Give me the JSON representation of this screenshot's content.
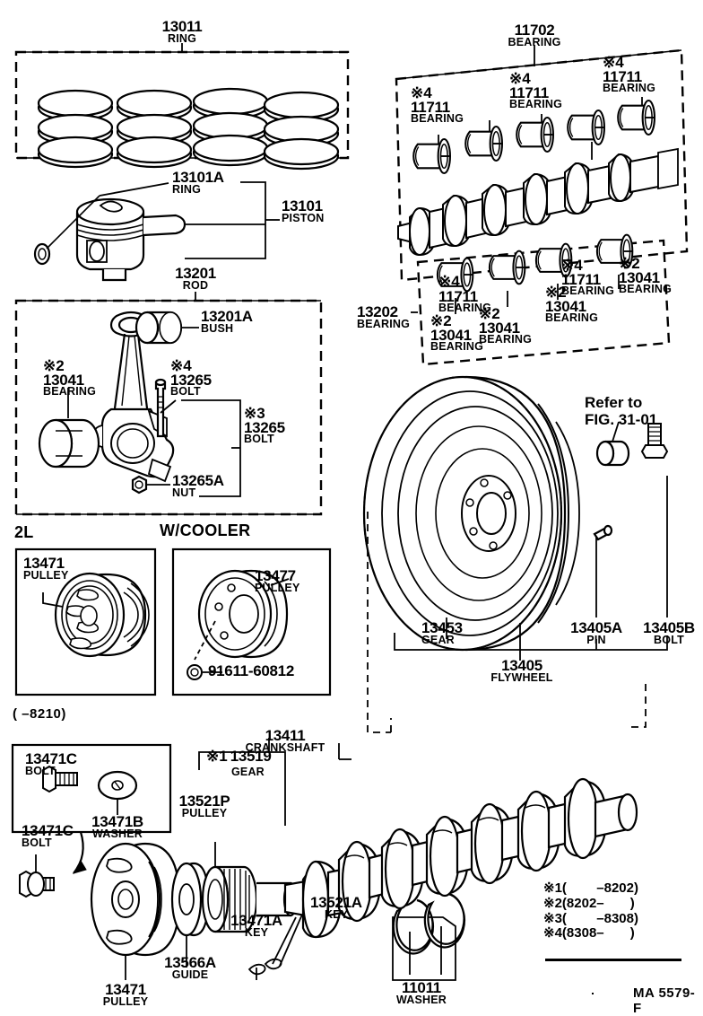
{
  "figure": {
    "code": "MA 5579-F",
    "refer_note_line1": "Refer to",
    "refer_note_line2": "FIG. 31-01"
  },
  "groups": {
    "ring_set": {
      "pn": "13011",
      "name": "RING"
    },
    "piston_ring": {
      "pn": "13101A",
      "name": "RING"
    },
    "piston": {
      "pn": "13101",
      "name": "PISTON"
    },
    "rod": {
      "pn": "13201",
      "name": "ROD"
    },
    "bush": {
      "pn": "13201A",
      "name": "BUSH"
    },
    "rod_bearing": {
      "pn": "13041",
      "name": "BEARING",
      "mark": "※2"
    },
    "rod_bolt_top": {
      "pn": "13265",
      "name": "BOLT",
      "mark": "※4"
    },
    "rod_bolt_group": {
      "pn": "13265",
      "name": "BOLT",
      "mark": "※3"
    },
    "rod_nut": {
      "pn": "13265A",
      "name": "NUT"
    },
    "main_bearing_set": {
      "pn": "11702",
      "name": "BEARING"
    },
    "main_bearing": {
      "pn": "11711",
      "name": "BEARING",
      "mark": "※4"
    },
    "lower_bearing_set": {
      "pn": "13202",
      "name": "BEARING"
    },
    "lower_bearing": {
      "pn": "13041",
      "name": "BEARING",
      "mark": "※2"
    },
    "ring_gear": {
      "pn": "13453",
      "name": "GEAR"
    },
    "flywheel": {
      "pn": "13405",
      "name": "FLYWHEEL"
    },
    "flywheel_pin": {
      "pn": "13405A",
      "name": "PIN"
    },
    "flywheel_bolt": {
      "pn": "13405B",
      "name": "BOLT"
    },
    "pulley_2l": {
      "pn": "13471",
      "name": "PULLEY"
    },
    "pulley_cooler": {
      "pn": "13477",
      "name": "PULLEY"
    },
    "cooler_bolt": {
      "pn": "91611-60812",
      "name": ""
    },
    "pulley_bolt": {
      "pn": "13471C",
      "name": "BOLT"
    },
    "pulley_washer": {
      "pn": "13471B",
      "name": "WASHER"
    },
    "pulley_main": {
      "pn": "13471",
      "name": "PULLEY"
    },
    "guide": {
      "pn": "13566A",
      "name": "GUIDE"
    },
    "pulley_gear": {
      "pn": "13521P",
      "name": "PULLEY"
    },
    "crank_gear": {
      "pn": "13519",
      "name": "GEAR",
      "mark": "※1"
    },
    "crankshaft": {
      "pn": "13411",
      "name": "CRANKSHAFT"
    },
    "key_a": {
      "pn": "13471A",
      "name": "KEY"
    },
    "key_b": {
      "pn": "13521A",
      "name": "KEY"
    },
    "thrust_washer": {
      "pn": "11011",
      "name": "WASHER"
    }
  },
  "headers": {
    "variant_2l": "2L",
    "variant_cooler": "W/COOLER",
    "date_range_2l": "(      –8210)"
  },
  "legend": [
    {
      "mark": "※1",
      "range": "(        –8202)"
    },
    {
      "mark": "※2",
      "range": "(8202–       )"
    },
    {
      "mark": "※3",
      "range": "(        –8308)"
    },
    {
      "mark": "※4",
      "range": "(8308–       )"
    }
  ],
  "colors": {
    "ink": "#000000",
    "paper": "#ffffff"
  }
}
